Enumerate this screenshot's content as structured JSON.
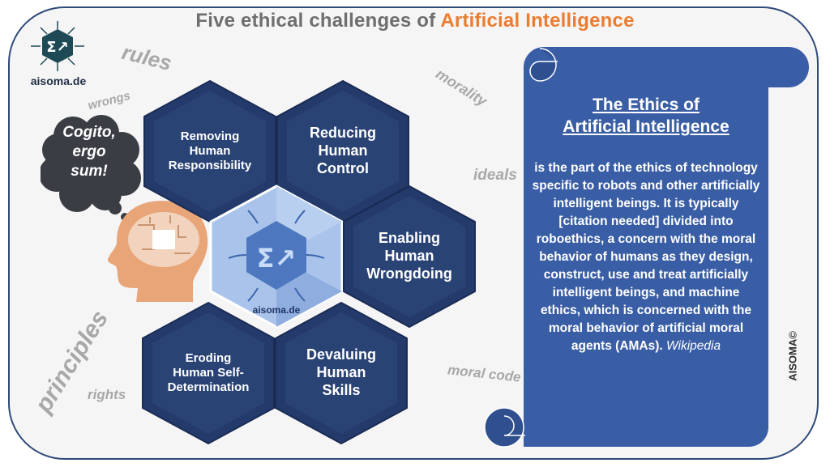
{
  "title": {
    "prefix": "Five ethical challenges of ",
    "accent": "Artificial Intelligence",
    "colors": {
      "prefix": "#6f6f6f",
      "accent": "#ec7c30"
    }
  },
  "logo": {
    "icon": "sigma-hexagon-logo-icon",
    "text": "aisoma.de"
  },
  "floating_words": [
    {
      "text": "rules"
    },
    {
      "text": "wrongs"
    },
    {
      "text": "morality"
    },
    {
      "text": "ideals"
    },
    {
      "text": "principles"
    },
    {
      "text": "rights"
    },
    {
      "text": "moral code"
    }
  ],
  "thought_bubble": {
    "line1": "Cogito,",
    "line2": "ergo",
    "line3": "sum!"
  },
  "hexagons": {
    "center_logo_text": "aisoma.de",
    "items": [
      {
        "line1": "Removing",
        "line2": "Human",
        "line3": "Responsibility"
      },
      {
        "line1": "Reducing",
        "line2": "Human",
        "line3": "Control"
      },
      {
        "line1": "Enabling",
        "line2": "Human",
        "line3": "Wrongdoing"
      },
      {
        "line1": "Eroding",
        "line2": "Human Self-",
        "line3": "Determination"
      },
      {
        "line1": "Devaluing",
        "line2": "Human",
        "line3": "Skills"
      }
    ],
    "colors": {
      "fill": "#243a6b",
      "center": "#9db9e3"
    }
  },
  "scroll": {
    "heading_line1": "The Ethics of",
    "heading_line2": "Artificial Intelligence",
    "body": "is the part of the ethics of technology specific to robots and other artificially intelligent beings. It is typically [citation needed] divided into roboethics, a concern with the moral behavior of humans as they design, construct, use and treat artificially intelligent beings, and machine ethics, which is concerned with the moral behavior of artificial moral agents (AMAs).",
    "source": "Wikipedia",
    "color": "#3a5ea5"
  },
  "copyright": "AISOMA©"
}
